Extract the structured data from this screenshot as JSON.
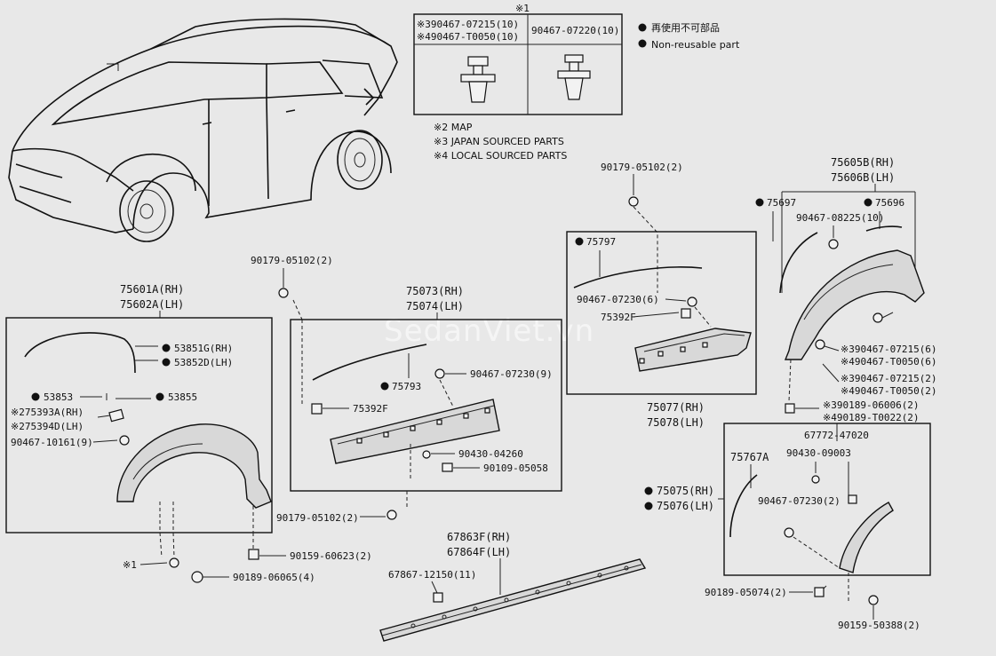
{
  "legend": {
    "marker": "※1",
    "col1_line1": "※390467-07215(10)",
    "col1_line2": "※490467-T0050(10)",
    "col2": "90467-07220(10)",
    "non_reusable_jp": "再使用不可部品",
    "non_reusable_en": "Non-reusable part",
    "note_map": "※2 MAP",
    "note_japan": "※3 JAPAN SOURCED PARTS",
    "note_local": "※4 LOCAL SOURCED PARTS"
  },
  "watermark": "SedanViet.vn",
  "labels": {
    "p90179_top_mid": "90179-05102(2)",
    "p90179_top_left": "90179-05102(2)",
    "p90179_bottom": "90179-05102(2)",
    "p75601A": "75601A(RH)",
    "p75602A": "75602A(LH)",
    "p53851G": "53851G(RH)",
    "p53852D": "53852D(LH)",
    "p53853": "53853",
    "p53855": "53855",
    "p275393A": "※275393A(RH)",
    "p275394D": "※275394D(LH)",
    "p90467_10161": "90467-10161(9)",
    "p1": "※1",
    "p90159_60623": "90159-60623(2)",
    "p90189_06065": "90189-06065(4)",
    "p75073": "75073(RH)",
    "p75074": "75074(LH)",
    "p75793": "75793",
    "p75392F_left": "75392F",
    "p90467_07230_9": "90467-07230(9)",
    "p90430_04260": "90430-04260",
    "p90109_05058": "90109-05058",
    "p75797": "75797",
    "p90467_07230_6": "90467-07230(6)",
    "p75392F_mid": "75392F",
    "p75077": "75077(RH)",
    "p75078": "75078(LH)",
    "p75605B": "75605B(RH)",
    "p75606B": "75606B(LH)",
    "p75697": "75697",
    "p75696": "75696",
    "p90467_08225": "90467-08225(10)",
    "p390467_07215_6": "※390467-07215(6)",
    "p490467_T0050_6": "※490467-T0050(6)",
    "p390467_07215_2": "※390467-07215(2)",
    "p490467_T0050_2": "※490467-T0050(2)",
    "p390189_06006": "※390189-06006(2)",
    "p490189_T0022": "※490189-T0022(2)",
    "p67772_47020": "67772-47020",
    "p75767A": "75767A",
    "p90430_09003": "90430-09003",
    "p75075": "75075(RH)",
    "p75076": "75076(LH)",
    "p90467_07230_2": "90467-07230(2)",
    "p90189_05074": "90189-05074(2)",
    "p90159_50388": "90159-50388(2)",
    "p67863F": "67863F(RH)",
    "p67864F": "67864F(LH)",
    "p67867_12150": "67867-12150(11)"
  }
}
